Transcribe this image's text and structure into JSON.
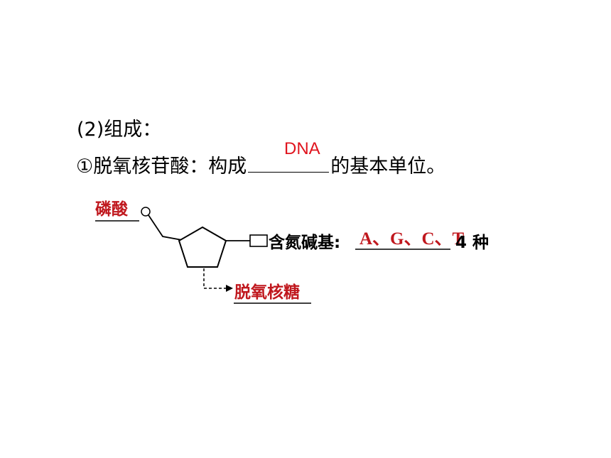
{
  "text": {
    "heading": "(2)组成：",
    "line_prefix": "①脱氧核苷酸：构成",
    "line_suffix": "的基本单位。",
    "answer_dna": "DNA"
  },
  "diagram": {
    "phosphate_label": "磷酸",
    "sugar_label": "脱氧核糖",
    "base_label": "含氮碱基:",
    "base_answer": "A、G、C、T",
    "base_count": "4 种"
  },
  "colors": {
    "answer_red": "#c0181e",
    "dna_red": "#e0141e"
  }
}
